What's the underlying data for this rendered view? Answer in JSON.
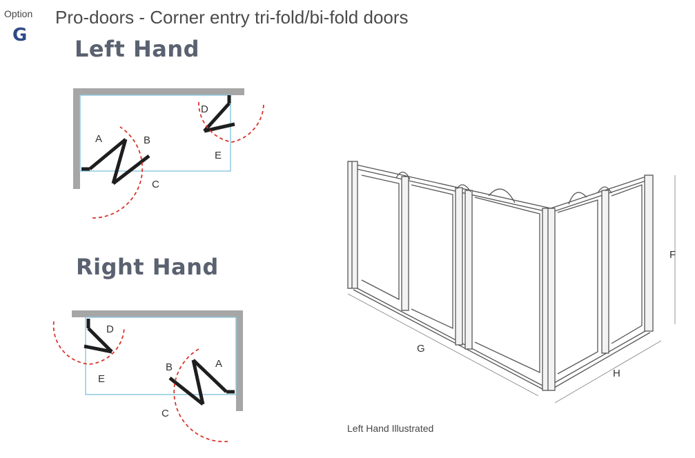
{
  "header": {
    "option_label": "Option",
    "option_letter": "G",
    "title": "Pro-doors - Corner entry tri-fold/bi-fold doors"
  },
  "left_hand": {
    "heading": "Left Hand",
    "labels": {
      "a": "A",
      "b": "B",
      "c": "C",
      "d": "D",
      "e": "E"
    }
  },
  "right_hand": {
    "heading": "Right Hand",
    "labels": {
      "a": "A",
      "b": "B",
      "c": "C",
      "d": "D",
      "e": "E"
    }
  },
  "illustration": {
    "labels": {
      "f": "F",
      "g": "G",
      "h": "H"
    },
    "caption": "Left Hand Illustrated"
  },
  "colors": {
    "wall": "#a6a6a6",
    "door": "#1e1e1e",
    "swing_arc": "#d9342b",
    "enclosure_line": "#8fc9e0",
    "accent": "#2f4a86"
  }
}
